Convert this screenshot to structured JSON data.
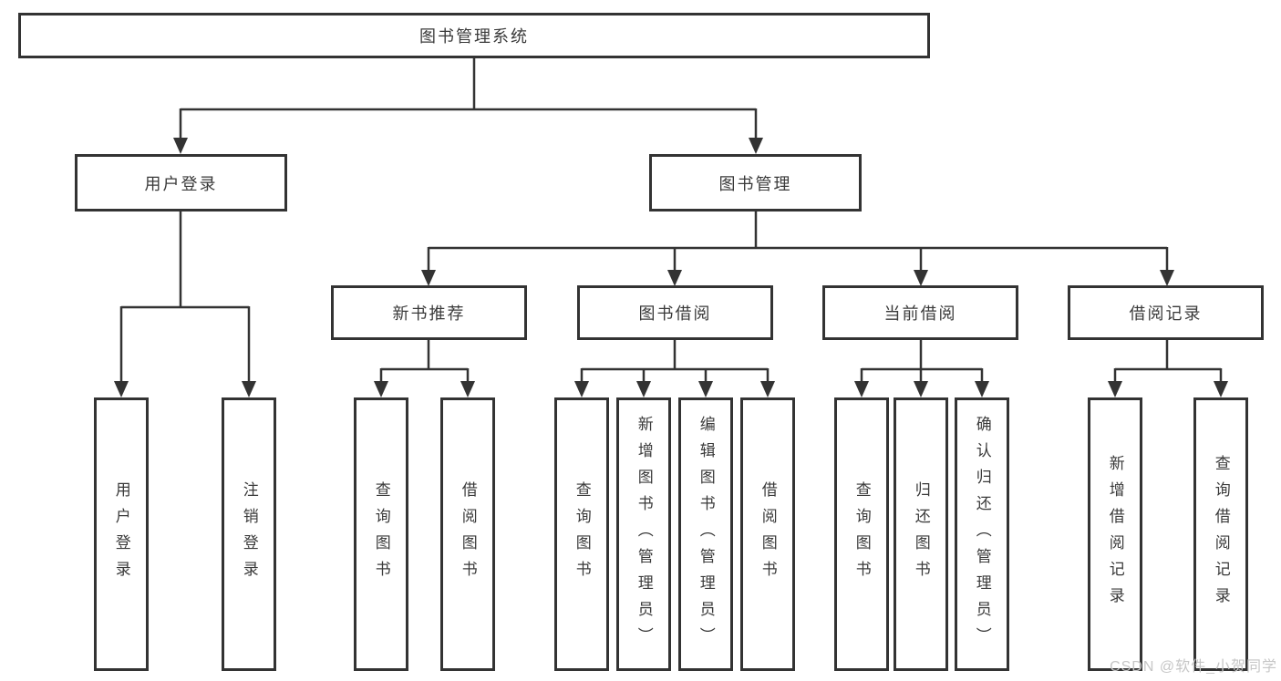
{
  "diagram": {
    "title": "图书管理系统",
    "root": {
      "label": "图书管理系统"
    },
    "user_login": {
      "label": "用户登录",
      "children": [
        {
          "label": "用户登录"
        },
        {
          "label": "注销登录"
        }
      ]
    },
    "book_mgmt": {
      "label": "图书管理",
      "sections": [
        {
          "label": "新书推荐",
          "children": [
            {
              "label": "查询图书"
            },
            {
              "label": "借阅图书"
            }
          ]
        },
        {
          "label": "图书借阅",
          "children": [
            {
              "label": "查询图书"
            },
            {
              "label": "新增图书（管理员）"
            },
            {
              "label": "编辑图书（管理员）"
            },
            {
              "label": "借阅图书"
            }
          ]
        },
        {
          "label": "当前借阅",
          "children": [
            {
              "label": "查询图书"
            },
            {
              "label": "归还图书"
            },
            {
              "label": "确认归还（管理员）"
            }
          ]
        },
        {
          "label": "借阅记录",
          "children": [
            {
              "label": "新增借阅记录"
            },
            {
              "label": "查询借阅记录"
            }
          ]
        }
      ]
    }
  },
  "watermark": {
    "text": "CSDN @软件_小贺同学"
  },
  "colors": {
    "line": "#333333",
    "box_border": "#333333",
    "text": "#3a3a3a",
    "background": "#ffffff",
    "watermark": "#c6c6c6"
  }
}
